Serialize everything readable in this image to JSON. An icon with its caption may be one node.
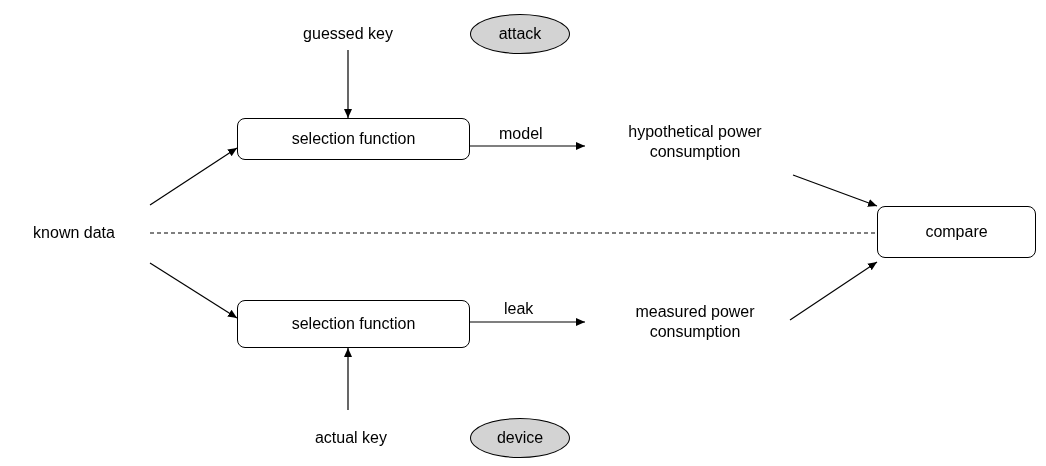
{
  "diagram": {
    "nodes": [
      {
        "text": [
          "guessed key"
        ]
      },
      {
        "text": [
          "attack"
        ]
      },
      {
        "text": [
          "selection function"
        ]
      },
      {
        "text": [
          "hypothetical power consumption"
        ]
      },
      {
        "text": [
          "known data"
        ]
      },
      {
        "text": [
          "compare"
        ]
      },
      {
        "text": [
          "selection function"
        ]
      },
      {
        "text": [
          "measured power consumption"
        ]
      },
      {
        "text": [
          "actual key"
        ]
      },
      {
        "text": [
          "device"
        ]
      }
    ],
    "edges": [
      {
        "from": 0,
        "to": 2,
        "arrow": "to"
      },
      {
        "from": 4,
        "to": 2,
        "arrow": "to"
      },
      {
        "from": 2,
        "to": 3,
        "arrow": "to",
        "label": "model"
      },
      {
        "from": 3,
        "to": 5,
        "arrow": "to"
      },
      {
        "from": 4,
        "to": 5,
        "arrow": "none",
        "style": "dashed"
      },
      {
        "from": 4,
        "to": 6,
        "arrow": "to"
      },
      {
        "from": 6,
        "to": 7,
        "arrow": "to",
        "label": "leak"
      },
      {
        "from": 7,
        "to": 5,
        "arrow": "to"
      },
      {
        "from": 8,
        "to": 6,
        "arrow": "to"
      }
    ]
  }
}
